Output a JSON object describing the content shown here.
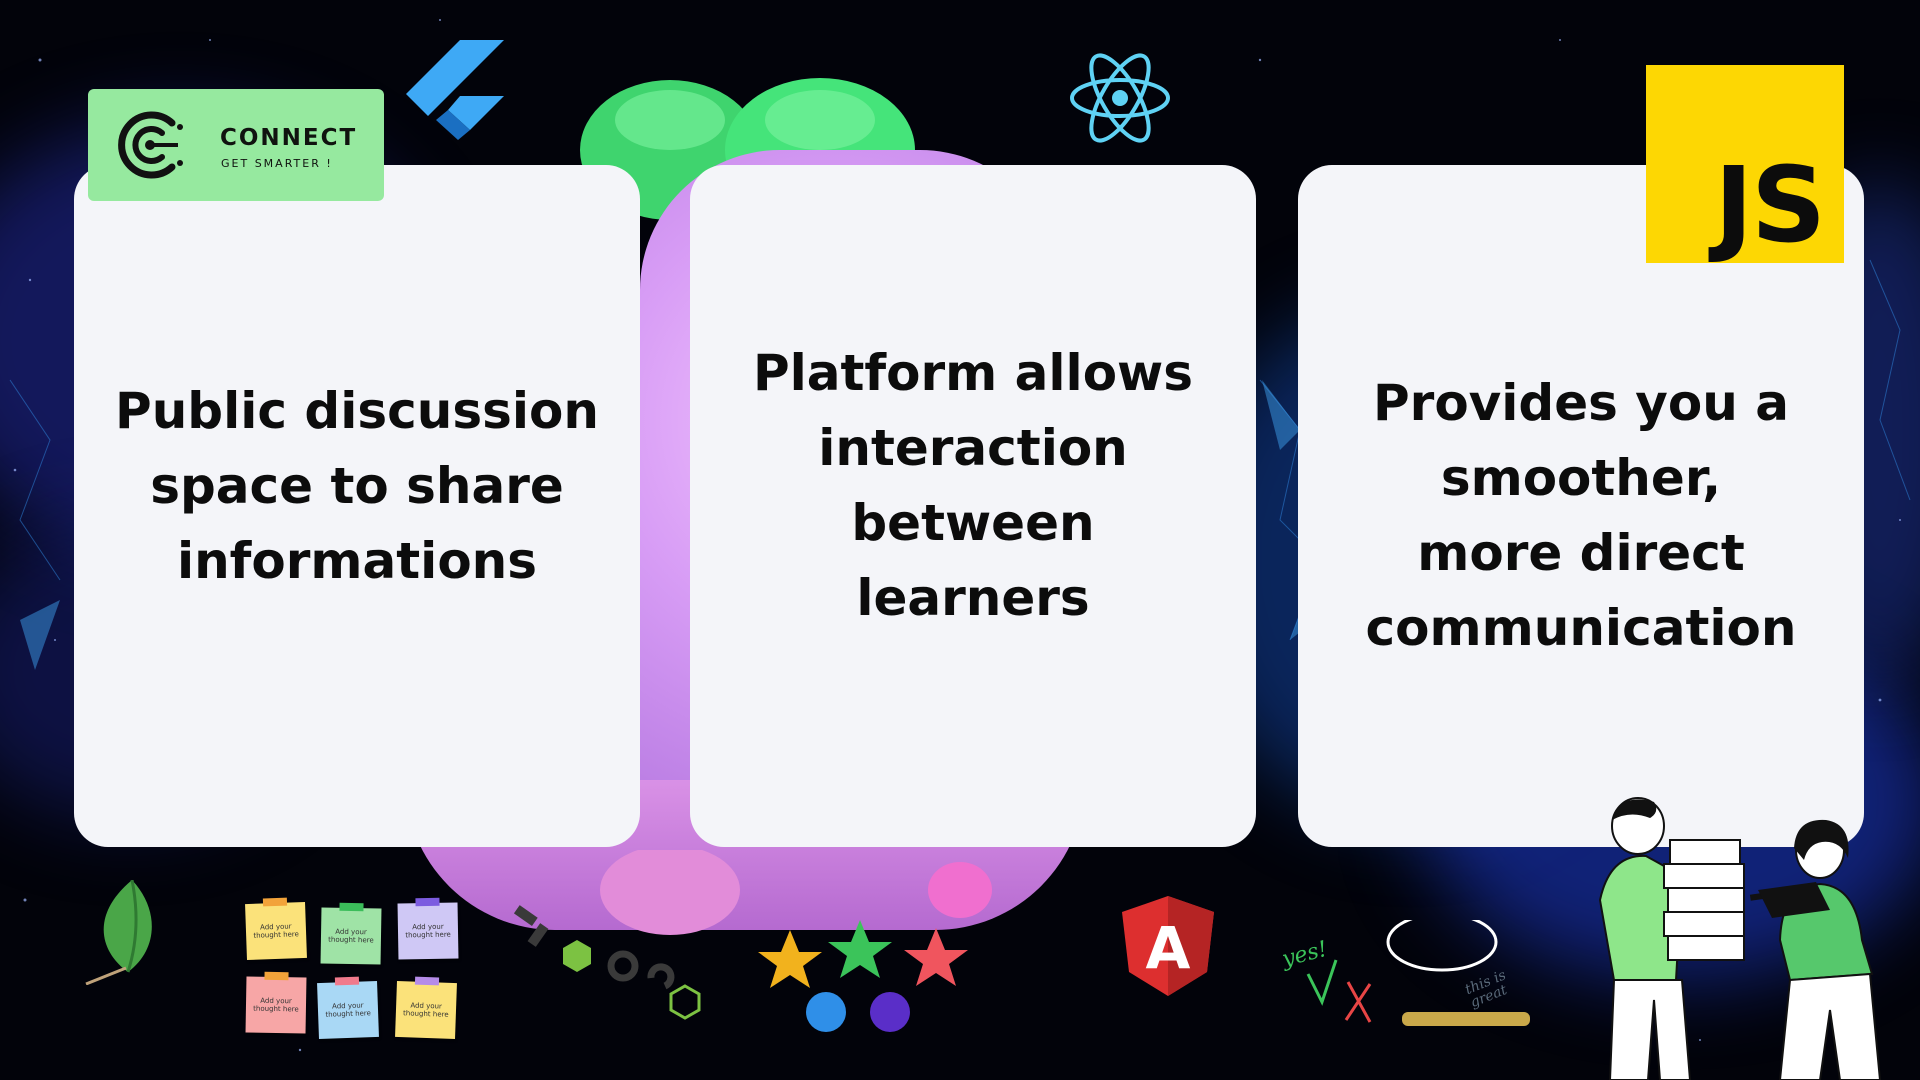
{
  "logo": {
    "title": "CONNECT",
    "subtitle": "GET SMARTER !",
    "color": "#96e99f"
  },
  "cards": [
    {
      "text": "Public discussion\nspace to share\ninformations"
    },
    {
      "text": "Platform allows\ninteraction between\nlearners"
    },
    {
      "text": "Provides you a\nsmoother,\nmore direct\ncommunication"
    }
  ],
  "js_badge": {
    "label": "JS",
    "color": "#fdd703"
  },
  "sticky_notes": [
    {
      "text": "Add your thought here",
      "color": "#fbe27a",
      "tape": "#f2a33a"
    },
    {
      "text": "Add your thought here",
      "color": "#9fe3a6",
      "tape": "#3bbd5a"
    },
    {
      "text": "Add your thought here",
      "color": "#cfc8f5",
      "tape": "#7c5ce0"
    },
    {
      "text": "Add your thought here",
      "color": "#f7a6a6",
      "tape": "#f2a33a"
    },
    {
      "text": "Add your thought here",
      "color": "#a9d8f5",
      "tape": "#f07a8c"
    },
    {
      "text": "Add your thought here",
      "color": "#fbe27a",
      "tape": "#b58ce8"
    }
  ],
  "handwriting": {
    "yes": "yes!",
    "great": "this is great"
  },
  "icons": [
    "connect-logo-icon",
    "flutter-icon",
    "react-icon",
    "js-icon",
    "mongodb-leaf-icon",
    "nodejs-icon",
    "angular-icon",
    "star-icon",
    "checkmark-icon",
    "cross-icon",
    "people-illustration"
  ]
}
